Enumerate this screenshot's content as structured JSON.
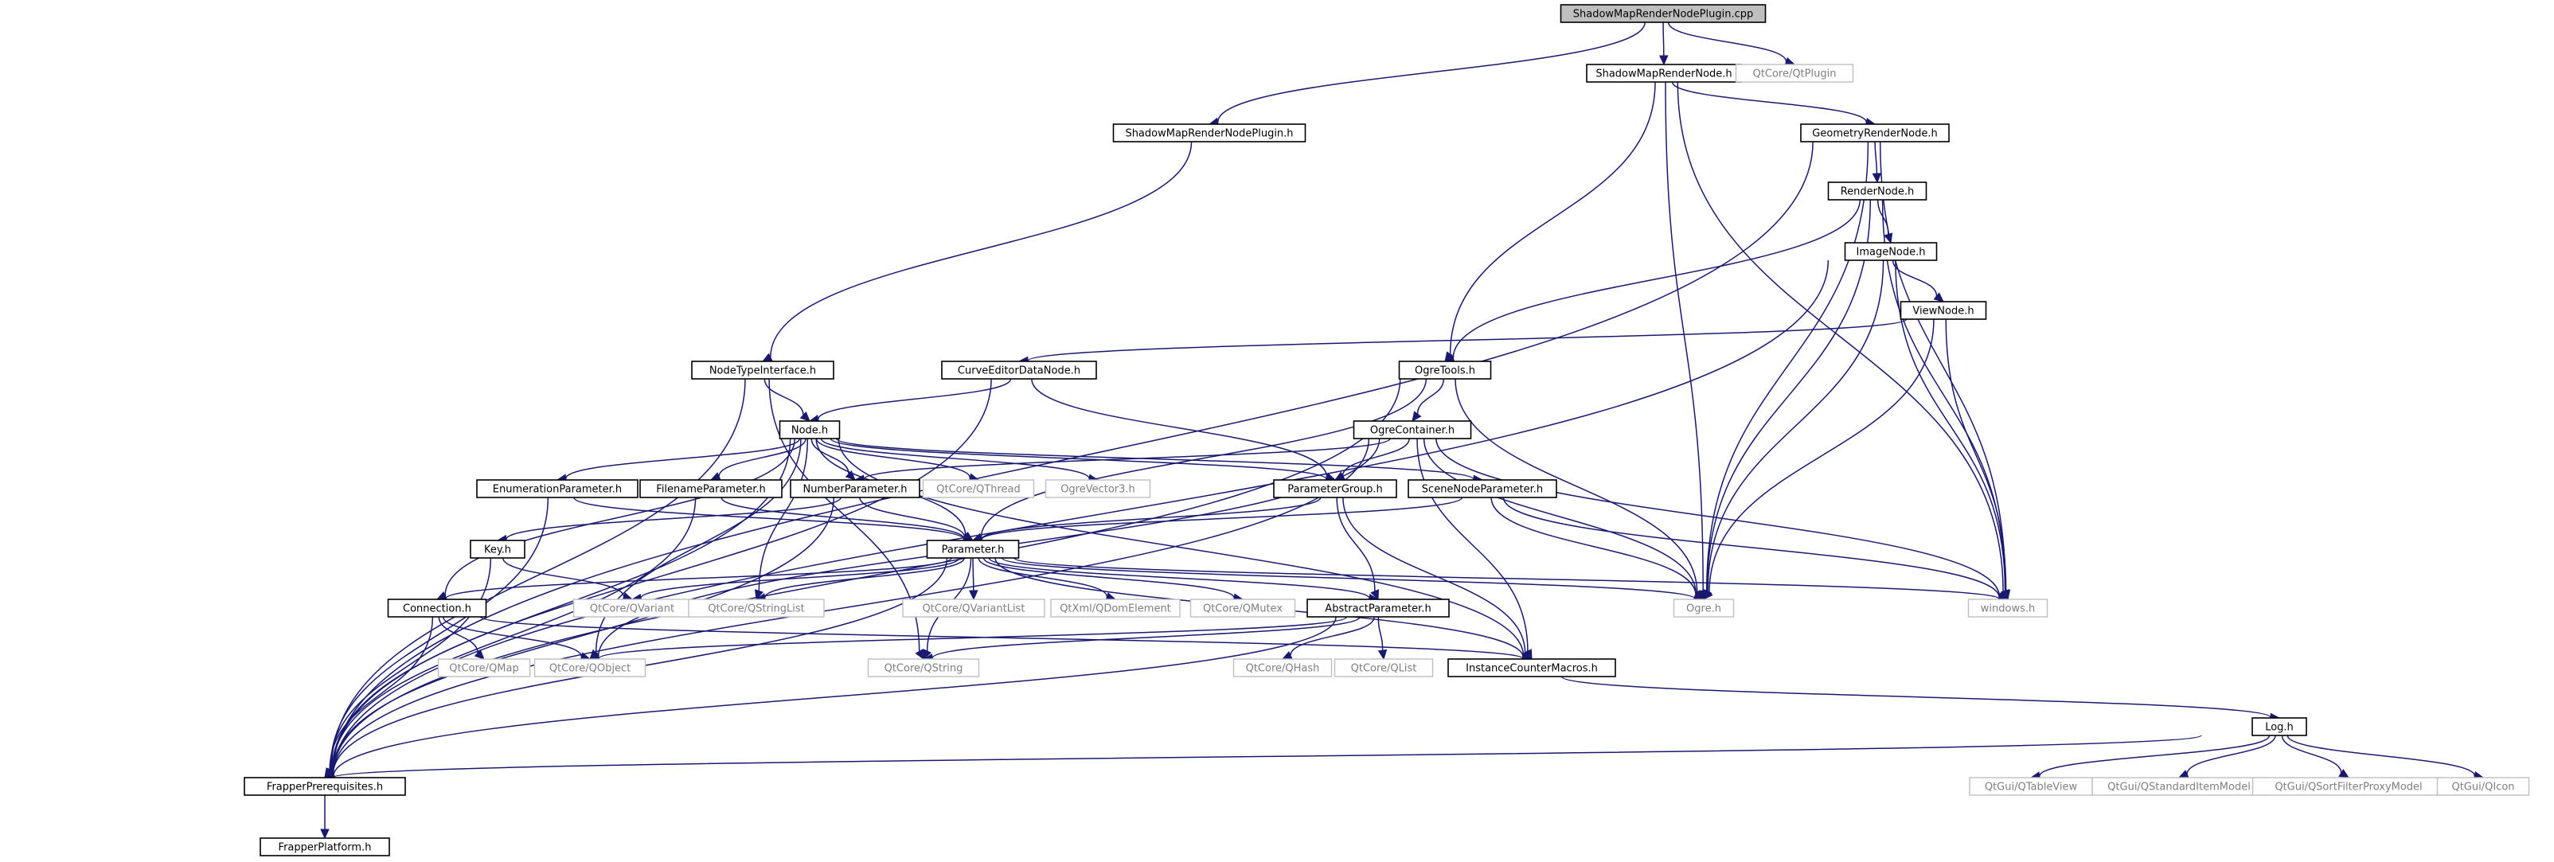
{
  "root": "ShadowMapRenderNodePlugin.cpp",
  "nodes": [
    {
      "id": "root",
      "label": "ShadowMapRenderNodePlugin.cpp",
      "kind": "root"
    },
    {
      "id": "smrn",
      "label": "ShadowMapRenderNode.h",
      "kind": "file"
    },
    {
      "id": "qtplugin",
      "label": "QtCore/QtPlugin",
      "kind": "external"
    },
    {
      "id": "smrnp",
      "label": "ShadowMapRenderNodePlugin.h",
      "kind": "file"
    },
    {
      "id": "geom",
      "label": "GeometryRenderNode.h",
      "kind": "file"
    },
    {
      "id": "render",
      "label": "RenderNode.h",
      "kind": "file"
    },
    {
      "id": "image",
      "label": "ImageNode.h",
      "kind": "file"
    },
    {
      "id": "view",
      "label": "ViewNode.h",
      "kind": "file"
    },
    {
      "id": "nti",
      "label": "NodeTypeInterface.h",
      "kind": "file"
    },
    {
      "id": "curve",
      "label": "CurveEditorDataNode.h",
      "kind": "file"
    },
    {
      "id": "ogretools",
      "label": "OgreTools.h",
      "kind": "file"
    },
    {
      "id": "node",
      "label": "Node.h",
      "kind": "file"
    },
    {
      "id": "ogrecontainer",
      "label": "OgreContainer.h",
      "kind": "file"
    },
    {
      "id": "enum",
      "label": "EnumerationParameter.h",
      "kind": "file"
    },
    {
      "id": "filename",
      "label": "FilenameParameter.h",
      "kind": "file"
    },
    {
      "id": "number",
      "label": "NumberParameter.h",
      "kind": "file"
    },
    {
      "id": "qthread",
      "label": "QtCore/QThread",
      "kind": "external"
    },
    {
      "id": "ogrevec",
      "label": "OgreVector3.h",
      "kind": "external"
    },
    {
      "id": "pgroup",
      "label": "ParameterGroup.h",
      "kind": "file"
    },
    {
      "id": "scenep",
      "label": "SceneNodeParameter.h",
      "kind": "file"
    },
    {
      "id": "key",
      "label": "Key.h",
      "kind": "file"
    },
    {
      "id": "param",
      "label": "Parameter.h",
      "kind": "file"
    },
    {
      "id": "connection",
      "label": "Connection.h",
      "kind": "file"
    },
    {
      "id": "qvariant",
      "label": "QtCore/QVariant",
      "kind": "external"
    },
    {
      "id": "qstringlist",
      "label": "QtCore/QStringList",
      "kind": "external"
    },
    {
      "id": "qvariantlist",
      "label": "QtCore/QVariantList",
      "kind": "external"
    },
    {
      "id": "qdom",
      "label": "QtXml/QDomElement",
      "kind": "external"
    },
    {
      "id": "qmutex",
      "label": "QtCore/QMutex",
      "kind": "external"
    },
    {
      "id": "abstractp",
      "label": "AbstractParameter.h",
      "kind": "file"
    },
    {
      "id": "ogre",
      "label": "Ogre.h",
      "kind": "external"
    },
    {
      "id": "windows",
      "label": "windows.h",
      "kind": "external"
    },
    {
      "id": "qmap",
      "label": "QtCore/QMap",
      "kind": "external"
    },
    {
      "id": "qobject",
      "label": "QtCore/QObject",
      "kind": "external"
    },
    {
      "id": "qstring",
      "label": "QtCore/QString",
      "kind": "external"
    },
    {
      "id": "qhash",
      "label": "QtCore/QHash",
      "kind": "external"
    },
    {
      "id": "qlist",
      "label": "QtCore/QList",
      "kind": "external"
    },
    {
      "id": "icm",
      "label": "InstanceCounterMacros.h",
      "kind": "file"
    },
    {
      "id": "log",
      "label": "Log.h",
      "kind": "file"
    },
    {
      "id": "frapperp",
      "label": "FrapperPrerequisites.h",
      "kind": "file"
    },
    {
      "id": "qtableview",
      "label": "QtGui/QTableView",
      "kind": "external"
    },
    {
      "id": "qsim",
      "label": "QtGui/QStandardItemModel",
      "kind": "external"
    },
    {
      "id": "qsfpm",
      "label": "QtGui/QSortFilterProxyModel",
      "kind": "external"
    },
    {
      "id": "qicon",
      "label": "QtGui/QIcon",
      "kind": "external"
    },
    {
      "id": "platform",
      "label": "FrapperPlatform.h",
      "kind": "file"
    }
  ],
  "edges": [
    [
      "root",
      "smrn"
    ],
    [
      "root",
      "qtplugin"
    ],
    [
      "root",
      "smrnp"
    ],
    [
      "smrnp",
      "nti"
    ],
    [
      "smrn",
      "geom"
    ],
    [
      "smrn",
      "ogretools"
    ],
    [
      "smrn",
      "ogre"
    ],
    [
      "smrn",
      "windows"
    ],
    [
      "geom",
      "render"
    ],
    [
      "geom",
      "ogre"
    ],
    [
      "geom",
      "windows"
    ],
    [
      "geom",
      "frapperp"
    ],
    [
      "render",
      "image"
    ],
    [
      "render",
      "ogretools"
    ],
    [
      "render",
      "ogre"
    ],
    [
      "render",
      "windows"
    ],
    [
      "image",
      "view"
    ],
    [
      "image",
      "ogre"
    ],
    [
      "image",
      "windows"
    ],
    [
      "image",
      "frapperp"
    ],
    [
      "view",
      "curve"
    ],
    [
      "view",
      "ogre"
    ],
    [
      "view",
      "windows"
    ],
    [
      "nti",
      "node"
    ],
    [
      "nti",
      "frapperp"
    ],
    [
      "nti",
      "qstring"
    ],
    [
      "curve",
      "node"
    ],
    [
      "curve",
      "pgroup"
    ],
    [
      "curve",
      "frapperp"
    ],
    [
      "ogretools",
      "ogrecontainer"
    ],
    [
      "ogretools",
      "param"
    ],
    [
      "ogretools",
      "ogre"
    ],
    [
      "ogretools",
      "frapperp"
    ],
    [
      "ogrecontainer",
      "pgroup"
    ],
    [
      "ogrecontainer",
      "number"
    ],
    [
      "ogrecontainer",
      "ogre"
    ],
    [
      "ogrecontainer",
      "windows"
    ],
    [
      "ogrecontainer",
      "icm"
    ],
    [
      "ogrecontainer",
      "qobject"
    ],
    [
      "ogrecontainer",
      "frapperp"
    ],
    [
      "node",
      "enum"
    ],
    [
      "node",
      "filename"
    ],
    [
      "node",
      "number"
    ],
    [
      "node",
      "qthread"
    ],
    [
      "node",
      "ogrevec"
    ],
    [
      "node",
      "pgroup"
    ],
    [
      "node",
      "scenep"
    ],
    [
      "node",
      "param"
    ],
    [
      "node",
      "connection"
    ],
    [
      "node",
      "qobject"
    ],
    [
      "node",
      "qstringlist"
    ],
    [
      "node",
      "icm"
    ],
    [
      "node",
      "frapperp"
    ],
    [
      "enum",
      "param"
    ],
    [
      "enum",
      "frapperp"
    ],
    [
      "filename",
      "param"
    ],
    [
      "filename",
      "frapperp"
    ],
    [
      "number",
      "param"
    ],
    [
      "number",
      "key"
    ],
    [
      "number",
      "frapperp"
    ],
    [
      "pgroup",
      "param"
    ],
    [
      "pgroup",
      "abstractp"
    ],
    [
      "pgroup",
      "icm"
    ],
    [
      "scenep",
      "param"
    ],
    [
      "scenep",
      "ogre"
    ],
    [
      "scenep",
      "windows"
    ],
    [
      "key",
      "qvariant"
    ],
    [
      "key",
      "frapperp"
    ],
    [
      "param",
      "connection"
    ],
    [
      "param",
      "qvariant"
    ],
    [
      "param",
      "qstringlist"
    ],
    [
      "param",
      "qvariantlist"
    ],
    [
      "param",
      "qdom"
    ],
    [
      "param",
      "qmutex"
    ],
    [
      "param",
      "abstractp"
    ],
    [
      "param",
      "ogre"
    ],
    [
      "param",
      "windows"
    ],
    [
      "param",
      "icm"
    ],
    [
      "param",
      "qstring"
    ],
    [
      "param",
      "frapperp"
    ],
    [
      "connection",
      "qmap"
    ],
    [
      "connection",
      "qobject"
    ],
    [
      "connection",
      "icm"
    ],
    [
      "connection",
      "frapperp"
    ],
    [
      "abstractp",
      "qobject"
    ],
    [
      "abstractp",
      "qstring"
    ],
    [
      "abstractp",
      "qhash"
    ],
    [
      "abstractp",
      "qlist"
    ],
    [
      "abstractp",
      "frapperp"
    ],
    [
      "icm",
      "log"
    ],
    [
      "log",
      "frapperp"
    ],
    [
      "log",
      "qtableview"
    ],
    [
      "log",
      "qsim"
    ],
    [
      "log",
      "qsfpm"
    ],
    [
      "log",
      "qicon"
    ],
    [
      "frapperp",
      "platform"
    ]
  ]
}
